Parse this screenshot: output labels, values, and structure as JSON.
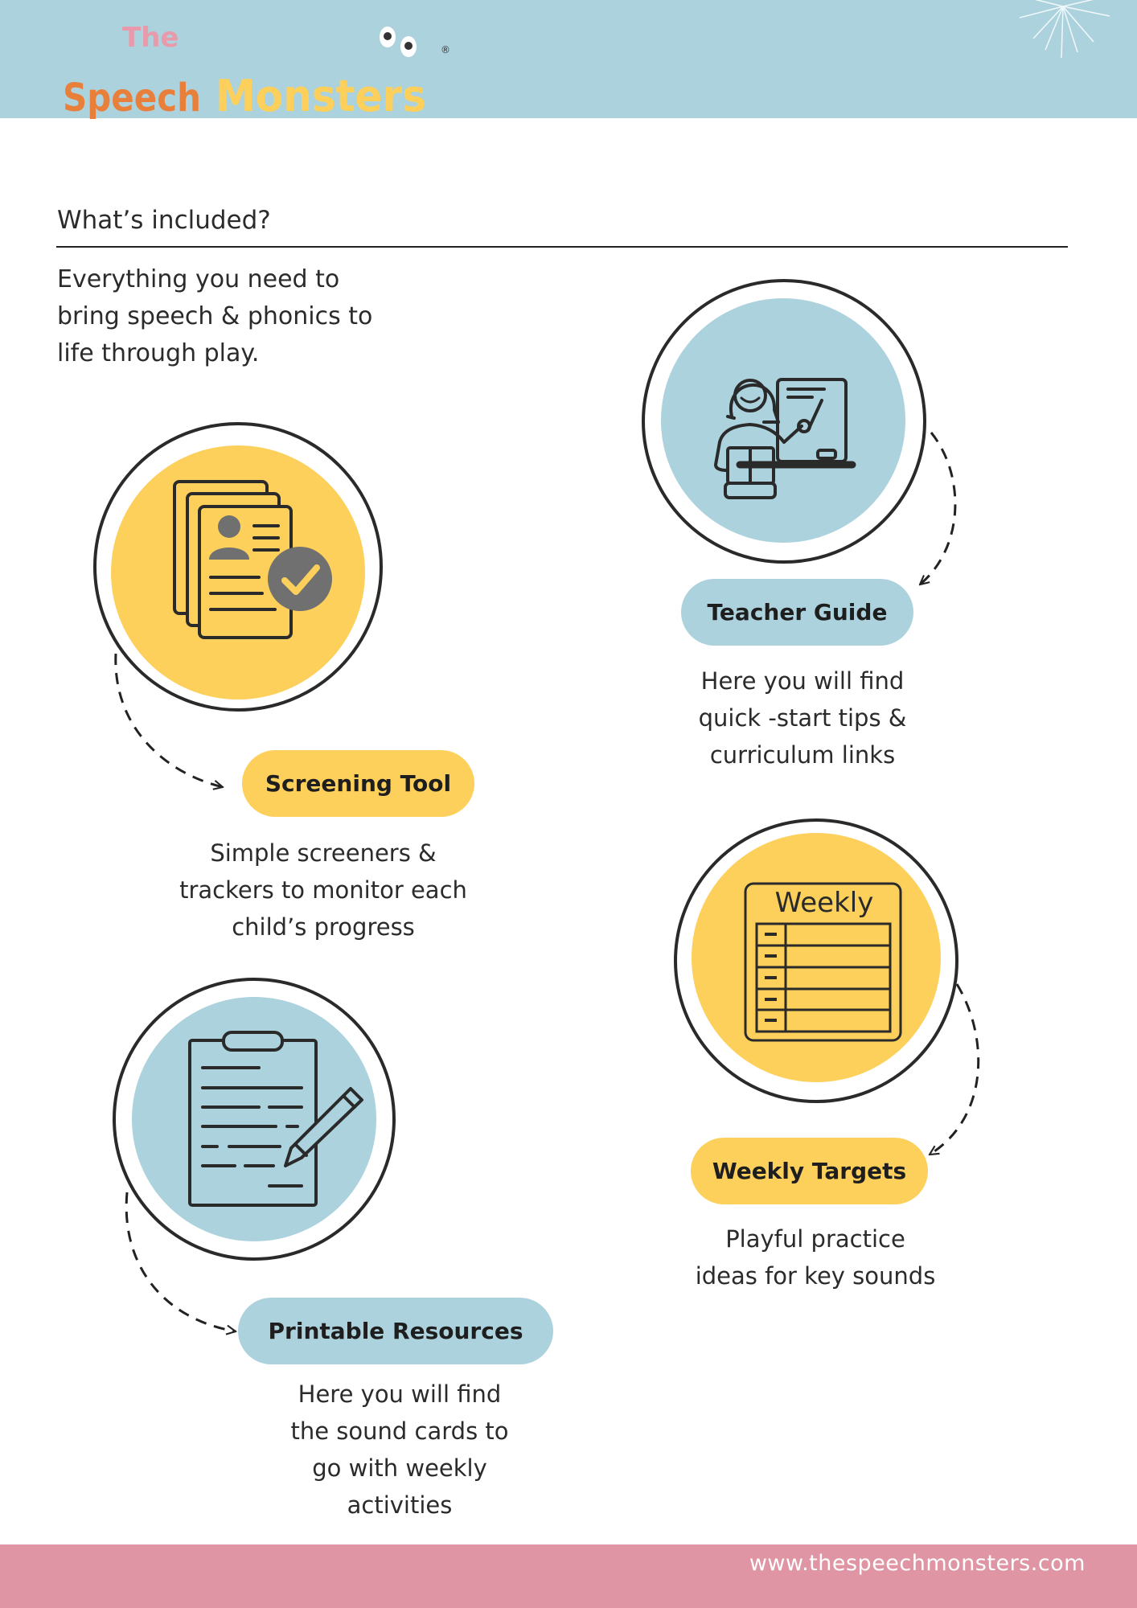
{
  "header": {
    "logo": {
      "word1": "The",
      "word2": "Speech",
      "word3": "Monsters",
      "mark": "®"
    },
    "colors": {
      "header_bg": "#acd2de",
      "pink": "#e99aaa",
      "orange": "#e8803c",
      "yellow": "#fcd05b"
    }
  },
  "main": {
    "title": "What’s included?",
    "intro_lines": [
      "Everything you need to",
      "bring speech & phonics to",
      "life through play."
    ],
    "items": [
      {
        "label": "Screening Tool",
        "icon": "documents-check-icon",
        "color": "yellow",
        "desc": [
          "Simple screeners &",
          "trackers to monitor each",
          "child’s progress"
        ]
      },
      {
        "label": "Teacher Guide",
        "icon": "teacher-board-icon",
        "color": "blue",
        "desc": [
          "Here you will find",
          "quick -start tips &",
          "curriculum links"
        ]
      },
      {
        "label": "Weekly Targets",
        "icon": "weekly-planner-icon",
        "color": "yellow",
        "icon_text": "Weekly",
        "desc": [
          "Playful practice",
          "ideas for key sounds"
        ]
      },
      {
        "label": "Printable Resources",
        "icon": "clipboard-pencil-icon",
        "color": "blue",
        "desc": [
          "Here you will find",
          "the sound cards to",
          "go with weekly",
          "activities"
        ]
      }
    ]
  },
  "footer": {
    "url": "www.thespeechmonsters.com",
    "bg": "#df95a4"
  }
}
